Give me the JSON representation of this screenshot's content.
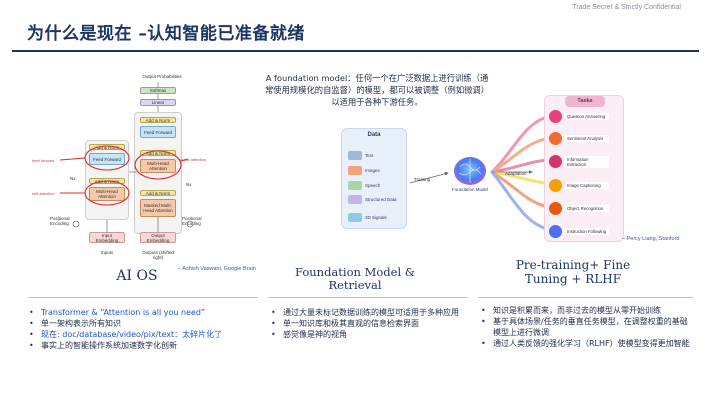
{
  "header": {
    "confidential": "Trade Secret & Strictly Confidential",
    "title": "为什么是现在 –认知智能已准备就绪"
  },
  "transformer": {
    "output_probs": "Output Probabilities",
    "softmax": "Softmax",
    "linear": "Linear",
    "add_norm": "Add & Norm",
    "feed_forward": "Feed Forward",
    "multi_head": "Multi-Head Attention",
    "masked_multi_head": "Masked Multi-Head Attention",
    "nx": "Nx",
    "pos_enc": "Positional Encoding",
    "input_emb": "Input Embedding",
    "output_emb": "Output Embedding",
    "inputs": "Inputs",
    "outputs": "Outputs (shifted right)",
    "red_feed_forward": "feed forward",
    "red_self_attention": "self attention",
    "red_cross_attention": "cross attention"
  },
  "captions": {
    "vaswani": "– Ashish Vaswani, Google Brain",
    "liang": "– Percy Liang, Stanford"
  },
  "foundation": {
    "definition": "A foundation model：任何一个在广泛数据上进行训练（通常使用规模化的自监督）的模型，都可以被调整（例如微调）以适用于各种下游任务。",
    "data_title": "Data",
    "data_items": [
      "Text",
      "Images",
      "Speech",
      "Structured Data",
      "3D Signals"
    ],
    "training": "Training",
    "model_label": "Foundation Model",
    "adaptation": "Adaptation",
    "tasks_title": "Tasks",
    "tasks": [
      "Question Answering",
      "Sentiment Analysis",
      "Information Extraction",
      "Image Captioning",
      "Object Recognition",
      "Instruction Following"
    ]
  },
  "columns": {
    "col1": {
      "heading": "AI OS",
      "bullets": [
        "Transformer & “Attention is all you need”",
        "单一架构表示所有知识",
        "现在: doc/database/video/pix/text：太碎片化了",
        "事实上的智能操作系统加速数字化创新"
      ]
    },
    "col2": {
      "heading": "Foundation Model & Retrieval",
      "bullets": [
        "通过大量未标记数据训练的模型可适用于多种应用",
        "单一知识库和极其直观的信息检索界面",
        "感觉像是神的视角"
      ]
    },
    "col3": {
      "heading": "Pre-training+ Fine Tuning + RLHF",
      "bullets": [
        "知识是积累而来，而非过去的模型从零开始训练",
        "基于具体场景/任务的垂直任务模型，在调整权重的基础模型上进行微调",
        "通过人类反馈的强化学习（RLHF）使模型变得更加智能"
      ]
    }
  },
  "colors": {
    "title": "#1e3566",
    "highlight": "#1f4fd8",
    "caption": "#2f5da8",
    "task_dots": [
      "#e9407a",
      "#f26b2e",
      "#d6336c",
      "#f59f00",
      "#e8590c",
      "#4c6ef5"
    ]
  }
}
